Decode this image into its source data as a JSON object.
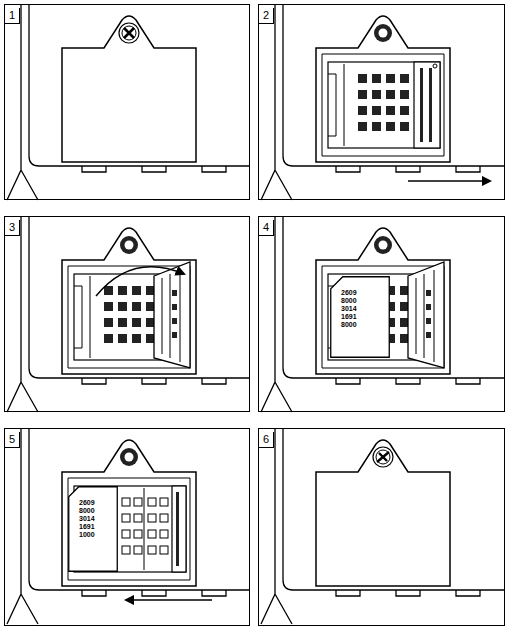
{
  "diagram": {
    "nodes": [
      {
        "text": [
          "1"
        ]
      },
      {
        "text": [
          "2"
        ]
      },
      {
        "text": [
          "3"
        ]
      },
      {
        "text": [
          "4"
        ]
      },
      {
        "text": [
          "2609 8000 3014 1691 8000"
        ],
        "in": 3
      },
      {
        "text": [
          "5"
        ]
      },
      {
        "text": [
          "2609 8000 3014 1691 1000"
        ],
        "in": 5
      },
      {
        "text": [
          "6"
        ]
      }
    ]
  }
}
